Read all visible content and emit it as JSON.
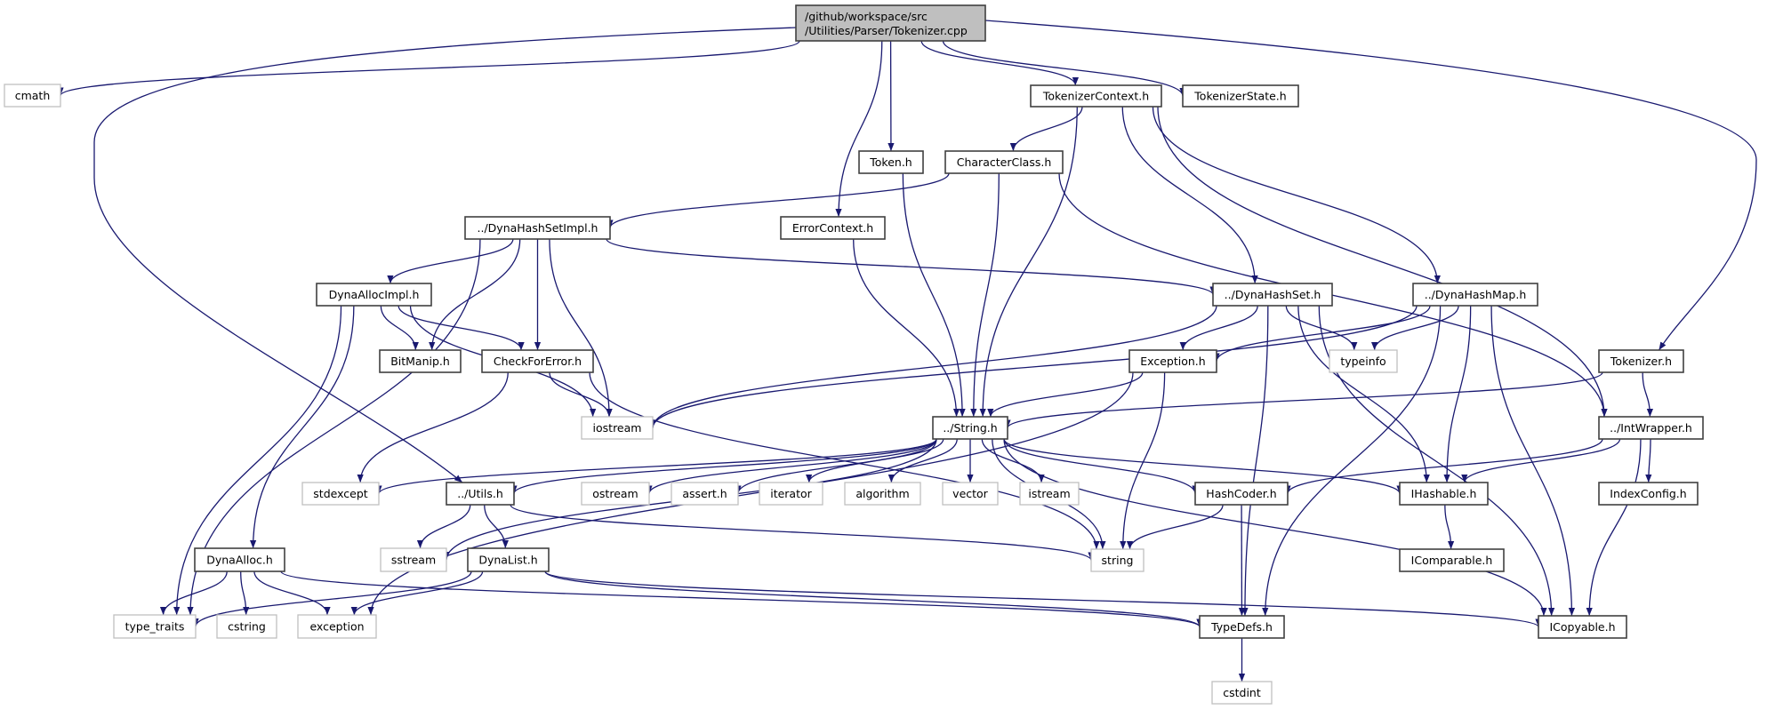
{
  "graph": {
    "edge_color": "#191970",
    "root_fill": "#bfbfbf",
    "node_border": "#404040",
    "external_border": "#bfbfbf",
    "nodes": {
      "root": {
        "lines": [
          "/github/workspace/src",
          "/Utilities/Parser/Tokenizer.cpp"
        ],
        "kind": "root"
      },
      "cmath": {
        "label": "cmath",
        "kind": "external"
      },
      "tctx": {
        "label": "TokenizerContext.h",
        "kind": "file"
      },
      "tstate": {
        "label": "TokenizerState.h",
        "kind": "file"
      },
      "token": {
        "label": "Token.h",
        "kind": "file"
      },
      "charc": {
        "label": "CharacterClass.h",
        "kind": "file"
      },
      "dhsi": {
        "label": "../DynaHashSetImpl.h",
        "kind": "file"
      },
      "errc": {
        "label": "ErrorContext.h",
        "kind": "file"
      },
      "dai": {
        "label": "DynaAllocImpl.h",
        "kind": "file"
      },
      "dhs": {
        "label": "../DynaHashSet.h",
        "kind": "file"
      },
      "dhm": {
        "label": "../DynaHashMap.h",
        "kind": "file"
      },
      "bitm": {
        "label": "BitManip.h",
        "kind": "file"
      },
      "cfe": {
        "label": "CheckForError.h",
        "kind": "file"
      },
      "exc": {
        "label": "Exception.h",
        "kind": "file"
      },
      "typeinfo": {
        "label": "typeinfo",
        "kind": "external"
      },
      "tokh": {
        "label": "Tokenizer.h",
        "kind": "file"
      },
      "iostream": {
        "label": "iostream",
        "kind": "external"
      },
      "str": {
        "label": "../String.h",
        "kind": "file"
      },
      "intw": {
        "label": "../IntWrapper.h",
        "kind": "file"
      },
      "stdexcept": {
        "label": "stdexcept",
        "kind": "external"
      },
      "utils": {
        "label": "../Utils.h",
        "kind": "file"
      },
      "ostream": {
        "label": "ostream",
        "kind": "external"
      },
      "asserth": {
        "label": "assert.h",
        "kind": "external"
      },
      "iterator": {
        "label": "iterator",
        "kind": "external"
      },
      "algorithm": {
        "label": "algorithm",
        "kind": "external"
      },
      "vector": {
        "label": "vector",
        "kind": "external"
      },
      "istream": {
        "label": "istream",
        "kind": "external"
      },
      "hashc": {
        "label": "HashCoder.h",
        "kind": "file"
      },
      "ihash": {
        "label": "IHashable.h",
        "kind": "file"
      },
      "idxc": {
        "label": "IndexConfig.h",
        "kind": "file"
      },
      "sstream": {
        "label": "sstream",
        "kind": "external"
      },
      "dlist": {
        "label": "DynaList.h",
        "kind": "file"
      },
      "string": {
        "label": "string",
        "kind": "external"
      },
      "icomp": {
        "label": "IComparable.h",
        "kind": "file"
      },
      "dalloc": {
        "label": "DynaAlloc.h",
        "kind": "file"
      },
      "type_traits": {
        "label": "type_traits",
        "kind": "external"
      },
      "cstring": {
        "label": "cstring",
        "kind": "external"
      },
      "exception": {
        "label": "exception",
        "kind": "external"
      },
      "typedefs": {
        "label": "TypeDefs.h",
        "kind": "file"
      },
      "icopy": {
        "label": "ICopyable.h",
        "kind": "file"
      },
      "cstdint": {
        "label": "cstdint",
        "kind": "external"
      }
    },
    "edges": [
      [
        "root",
        "cmath"
      ],
      [
        "root",
        "utils"
      ],
      [
        "root",
        "errc"
      ],
      [
        "root",
        "token"
      ],
      [
        "root",
        "tctx"
      ],
      [
        "root",
        "tstate"
      ],
      [
        "root",
        "tokh"
      ],
      [
        "tctx",
        "charc"
      ],
      [
        "tctx",
        "str"
      ],
      [
        "tctx",
        "dhs"
      ],
      [
        "tctx",
        "dhm"
      ],
      [
        "tctx",
        "intw"
      ],
      [
        "charc",
        "dhsi"
      ],
      [
        "charc",
        "str"
      ],
      [
        "charc",
        "intw"
      ],
      [
        "token",
        "str"
      ],
      [
        "errc",
        "str"
      ],
      [
        "dhsi",
        "dai"
      ],
      [
        "dhsi",
        "bitm"
      ],
      [
        "dhsi",
        "cfe"
      ],
      [
        "dhsi",
        "iostream"
      ],
      [
        "dhsi",
        "dhs"
      ],
      [
        "dhsi",
        "type_traits"
      ],
      [
        "dai",
        "bitm"
      ],
      [
        "dai",
        "cfe"
      ],
      [
        "dai",
        "iostream"
      ],
      [
        "dai",
        "dalloc"
      ],
      [
        "dai",
        "type_traits"
      ],
      [
        "cfe",
        "stdexcept"
      ],
      [
        "cfe",
        "iostream"
      ],
      [
        "cfe",
        "string"
      ],
      [
        "dhs",
        "exc"
      ],
      [
        "dhs",
        "typeinfo"
      ],
      [
        "dhs",
        "iostream"
      ],
      [
        "dhs",
        "ihash"
      ],
      [
        "dhs",
        "typedefs"
      ],
      [
        "dhs",
        "icopy"
      ],
      [
        "dhm",
        "exc"
      ],
      [
        "dhm",
        "typeinfo"
      ],
      [
        "dhm",
        "iostream"
      ],
      [
        "dhm",
        "ihash"
      ],
      [
        "dhm",
        "typedefs"
      ],
      [
        "dhm",
        "icopy"
      ],
      [
        "exc",
        "str"
      ],
      [
        "exc",
        "exception"
      ],
      [
        "exc",
        "string"
      ],
      [
        "tokh",
        "str"
      ],
      [
        "tokh",
        "intw"
      ],
      [
        "str",
        "stdexcept"
      ],
      [
        "str",
        "sstream"
      ],
      [
        "str",
        "utils"
      ],
      [
        "str",
        "ostream"
      ],
      [
        "str",
        "asserth"
      ],
      [
        "str",
        "iterator"
      ],
      [
        "str",
        "algorithm"
      ],
      [
        "str",
        "vector"
      ],
      [
        "str",
        "istream"
      ],
      [
        "str",
        "string"
      ],
      [
        "str",
        "hashc"
      ],
      [
        "str",
        "ihash"
      ],
      [
        "str",
        "icopy"
      ],
      [
        "intw",
        "hashc"
      ],
      [
        "intw",
        "ihash"
      ],
      [
        "intw",
        "idxc"
      ],
      [
        "intw",
        "icopy"
      ],
      [
        "utils",
        "sstream"
      ],
      [
        "utils",
        "dlist"
      ],
      [
        "utils",
        "string"
      ],
      [
        "hashc",
        "string"
      ],
      [
        "hashc",
        "typedefs"
      ],
      [
        "ihash",
        "icomp"
      ],
      [
        "dlist",
        "type_traits"
      ],
      [
        "dlist",
        "exception"
      ],
      [
        "dlist",
        "typedefs"
      ],
      [
        "dlist",
        "icopy"
      ],
      [
        "dalloc",
        "type_traits"
      ],
      [
        "dalloc",
        "cstring"
      ],
      [
        "dalloc",
        "exception"
      ],
      [
        "dalloc",
        "typedefs"
      ],
      [
        "typedefs",
        "cstdint"
      ]
    ]
  }
}
